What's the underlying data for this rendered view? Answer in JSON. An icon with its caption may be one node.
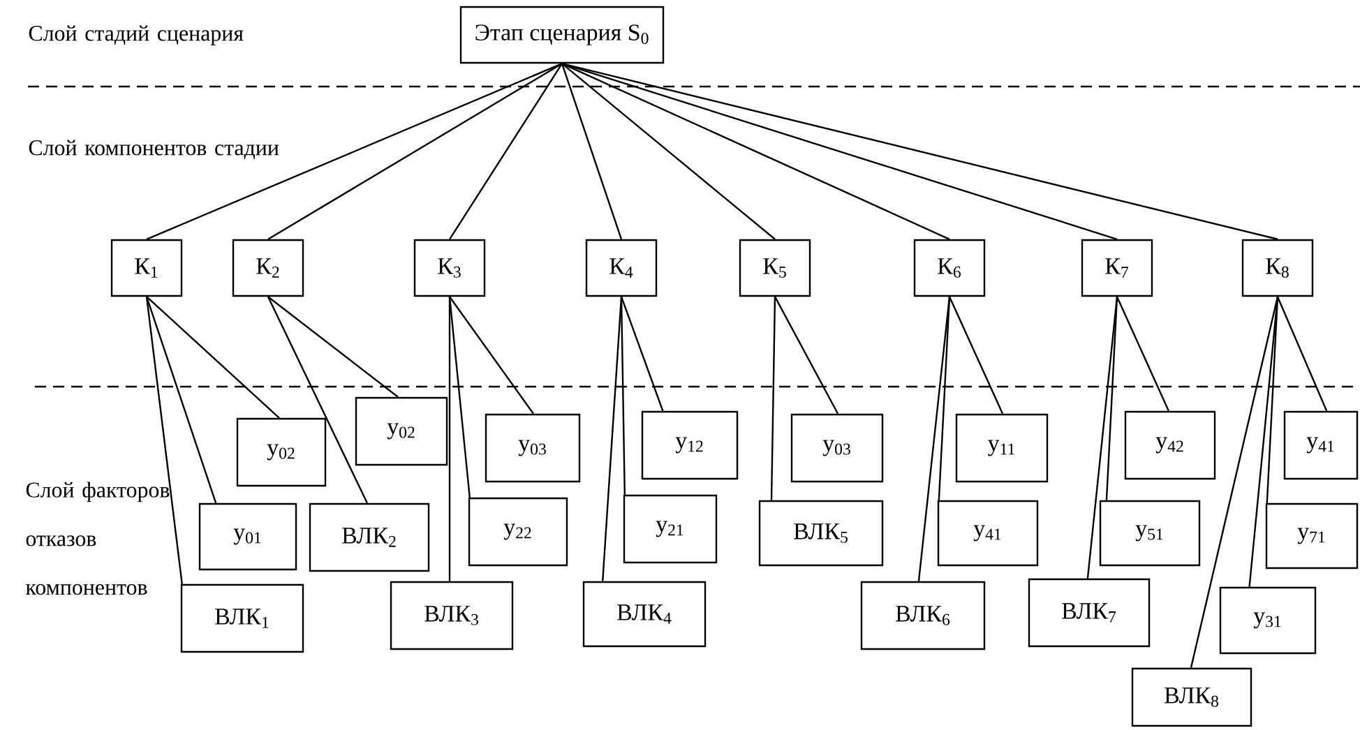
{
  "diagram": {
    "nodes": [
      {
        "text": [
          "Этап сценария S$_{0}$"
        ]
      },
      {
        "text": [
          "К$_{1}$"
        ]
      },
      {
        "text": [
          "К$_{2}$"
        ]
      },
      {
        "text": [
          "К$_{3}$"
        ]
      },
      {
        "text": [
          "К$_{4}$"
        ]
      },
      {
        "text": [
          "К$_{5}$"
        ]
      },
      {
        "text": [
          "К$_{6}$"
        ]
      },
      {
        "text": [
          "К$_{7}$"
        ]
      },
      {
        "text": [
          "К$_{8}$"
        ]
      },
      {
        "text": [
          "у$_{02}$"
        ]
      },
      {
        "text": [
          "у$_{01}$"
        ]
      },
      {
        "text": [
          "ВЛК$_{1}$"
        ]
      },
      {
        "text": [
          "у$_{02}$"
        ]
      },
      {
        "text": [
          "ВЛК$_{2}$"
        ]
      },
      {
        "text": [
          "у$_{03}$"
        ]
      },
      {
        "text": [
          "у$_{22}$"
        ]
      },
      {
        "text": [
          "ВЛК$_{3}$"
        ]
      },
      {
        "text": [
          "у$_{12}$"
        ]
      },
      {
        "text": [
          "у$_{21}$"
        ]
      },
      {
        "text": [
          "ВЛК$_{4}$"
        ]
      },
      {
        "text": [
          "у$_{03}$"
        ]
      },
      {
        "text": [
          "ВЛК$_{5}$"
        ]
      },
      {
        "text": [
          "у$_{11}$"
        ]
      },
      {
        "text": [
          "у$_{41}$"
        ]
      },
      {
        "text": [
          "ВЛК$_{6}$"
        ]
      },
      {
        "text": [
          "у$_{42}$"
        ]
      },
      {
        "text": [
          "у$_{51}$"
        ]
      },
      {
        "text": [
          "ВЛК$_{7}$"
        ]
      },
      {
        "text": [
          "у$_{41}$"
        ]
      },
      {
        "text": [
          "у$_{71}$"
        ]
      },
      {
        "text": [
          "у$_{31}$"
        ]
      },
      {
        "text": [
          "ВЛК$_{8}$"
        ]
      }
    ],
    "edges": [
      {
        "from": 0,
        "to": 1,
        "arrow": "none"
      },
      {
        "from": 0,
        "to": 2,
        "arrow": "none"
      },
      {
        "from": 0,
        "to": 3,
        "arrow": "none"
      },
      {
        "from": 0,
        "to": 4,
        "arrow": "none"
      },
      {
        "from": 0,
        "to": 5,
        "arrow": "none"
      },
      {
        "from": 0,
        "to": 6,
        "arrow": "none"
      },
      {
        "from": 0,
        "to": 7,
        "arrow": "none"
      },
      {
        "from": 0,
        "to": 8,
        "arrow": "none"
      },
      {
        "from": 1,
        "to": 9,
        "arrow": "none"
      },
      {
        "from": 1,
        "to": 10,
        "arrow": "none"
      },
      {
        "from": 1,
        "to": 11,
        "arrow": "none"
      },
      {
        "from": 2,
        "to": 12,
        "arrow": "none"
      },
      {
        "from": 2,
        "to": 13,
        "arrow": "none"
      },
      {
        "from": 3,
        "to": 14,
        "arrow": "none"
      },
      {
        "from": 3,
        "to": 15,
        "arrow": "none"
      },
      {
        "from": 3,
        "to": 16,
        "arrow": "none"
      },
      {
        "from": 4,
        "to": 17,
        "arrow": "none"
      },
      {
        "from": 4,
        "to": 18,
        "arrow": "none"
      },
      {
        "from": 4,
        "to": 19,
        "arrow": "none"
      },
      {
        "from": 5,
        "to": 20,
        "arrow": "none"
      },
      {
        "from": 5,
        "to": 21,
        "arrow": "none"
      },
      {
        "from": 6,
        "to": 22,
        "arrow": "none"
      },
      {
        "from": 6,
        "to": 23,
        "arrow": "none"
      },
      {
        "from": 6,
        "to": 24,
        "arrow": "none"
      },
      {
        "from": 7,
        "to": 25,
        "arrow": "none"
      },
      {
        "from": 7,
        "to": 26,
        "arrow": "none"
      },
      {
        "from": 7,
        "to": 27,
        "arrow": "none"
      },
      {
        "from": 8,
        "to": 28,
        "arrow": "none"
      },
      {
        "from": 8,
        "to": 29,
        "arrow": "none"
      },
      {
        "from": 8,
        "to": 30,
        "arrow": "none"
      },
      {
        "from": 8,
        "to": 31,
        "arrow": "none"
      }
    ],
    "labels": [
      "Слой стадий сценария",
      "Слой компонентов стадии",
      "Слой факторов отказов компонентов"
    ]
  }
}
